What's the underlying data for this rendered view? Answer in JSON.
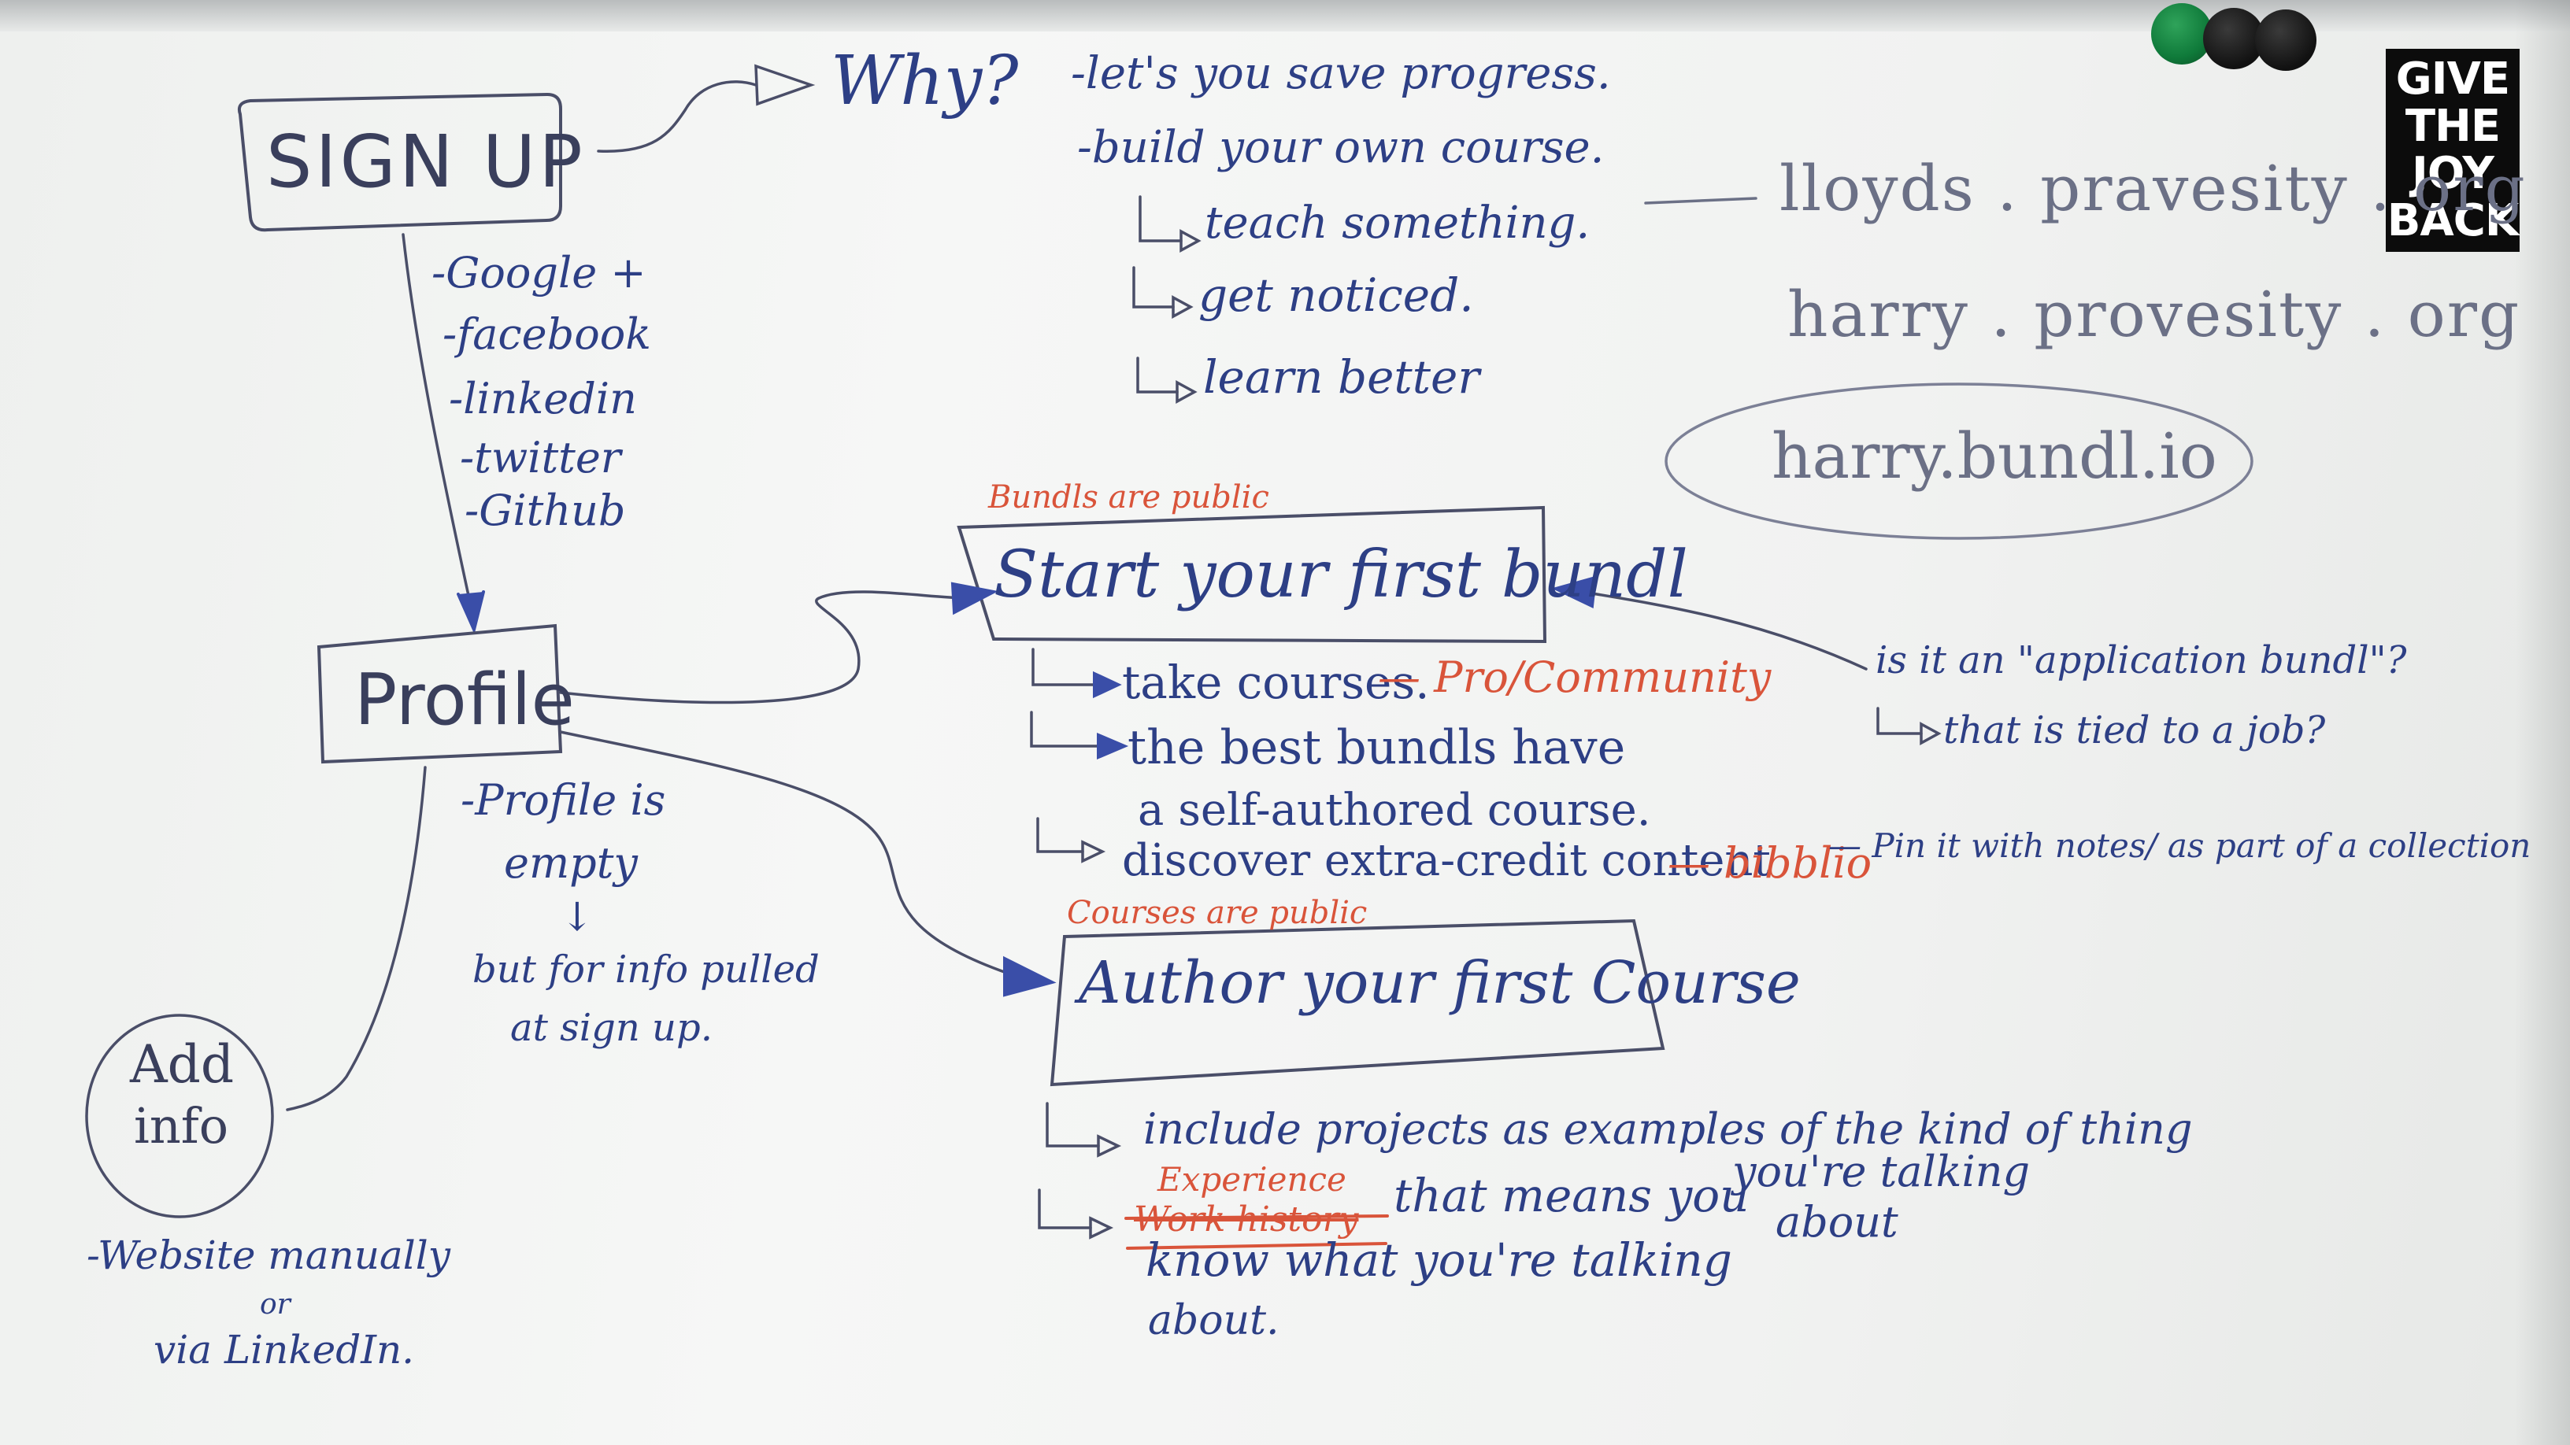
{
  "sign_up": {
    "title": "SIGN UP",
    "why": "Why?",
    "reasons": [
      "-let's you save progress.",
      "-build your own course."
    ],
    "sub_reasons": [
      "teach something.",
      "get noticed.",
      "learn better"
    ],
    "providers": [
      "-Google +",
      "-facebook",
      "-linkedin",
      "-twitter",
      "-Github"
    ]
  },
  "domains": [
    "lloyds . pravesity . org",
    "harry . provesity . org",
    "harry.bundl.io"
  ],
  "sticker_text": "GIVE\nTHE\nJOY\nBACK",
  "profile": {
    "title": "Profile",
    "note": [
      "-Profile is",
      "empty",
      "↓",
      "but for info pulled",
      "at sign up."
    ]
  },
  "add_info": {
    "title": [
      "Add",
      "info"
    ],
    "note": [
      "-Website manually",
      "or",
      "via LinkedIn."
    ]
  },
  "bundle": {
    "note": "Bundls are public",
    "title": "Start your first bundl",
    "items": [
      {
        "text": "take courses.",
        "extra": "— Pro/Community"
      },
      {
        "text": "the best bundls have",
        "text2": "a self-authored course."
      },
      {
        "text": "discover extra-credit content",
        "extra": "— bibblio",
        "extra2": "— Pin it with notes/ as part of a collection"
      }
    ],
    "question": [
      "is it an \"application bundl\"?",
      "that is tied to a job?"
    ]
  },
  "course": {
    "note": "Courses are public",
    "title": "Author your first Course",
    "items": [
      "include projects as examples of the kind of thing",
      "you're talking",
      "about"
    ],
    "experience": {
      "struck": "Work history",
      "replacement": "Experience",
      "rest": "that means you",
      "line2": "know what you're talking",
      "line3": "about."
    }
  },
  "colors": {
    "marker_blue": "#2d3f85",
    "marker_red": "#d9543a",
    "marker_grey": "#6b7086",
    "magnet_green": "#0f7a3a",
    "magnet_black": "#1a1a1a"
  }
}
